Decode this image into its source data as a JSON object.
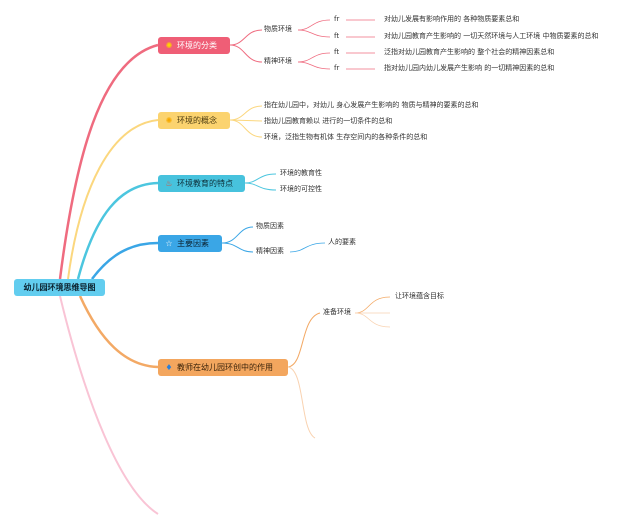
{
  "root": {
    "label": "幼儿园环境思维导图"
  },
  "topics": [
    {
      "label": "环境的分类",
      "icon": "sun-icon",
      "color": "#ef5e76",
      "children": [
        {
          "label": "物质环境",
          "children": [
            {
              "tag": "fr",
              "text": "对幼儿发展有影响作用的 各种物质要素总和"
            },
            {
              "tag": "ft",
              "text": "对幼儿园教育产生影响的 一切天然环境与人工环境 中物质要素的总和"
            }
          ]
        },
        {
          "label": "精神环境",
          "children": [
            {
              "tag": "ft",
              "text": "泛指对幼儿园教育产生影响的 整个社会的精神因素总和"
            },
            {
              "tag": "fr",
              "text": "指对幼儿园内幼儿发展产生影响 的一切精神因素的总和"
            }
          ]
        }
      ]
    },
    {
      "label": "环境的概念",
      "icon": "sun-icon",
      "color": "#fbd36f",
      "children": [
        {
          "label": "指在幼儿园中，对幼儿 身心发展产生影响的 物质与精神的要素的总和"
        },
        {
          "label": "指幼儿园教育赖以 进行的一切条件的总和"
        },
        {
          "label": "环境，泛指生物有机体 生存空间内的各种条件的总和"
        }
      ]
    },
    {
      "label": "环境教育的特点",
      "icon": "fire-icon",
      "color": "#47c2dd",
      "children": [
        {
          "label": "环境的教育性"
        },
        {
          "label": "环境的可控性"
        }
      ]
    },
    {
      "label": "主要因素",
      "icon": "star-icon",
      "color": "#3aa6e6",
      "children": [
        {
          "label": "物质因素"
        },
        {
          "label": "精神因素",
          "children": [
            {
              "label": "人的要素"
            }
          ]
        }
      ]
    },
    {
      "label": "教师在幼儿园环创中的作用",
      "icon": "flame-icon",
      "color": "#f3a65e",
      "children": [
        {
          "label": "准备环境",
          "children": [
            {
              "label": "让环境蕴含目标"
            }
          ]
        }
      ]
    }
  ]
}
